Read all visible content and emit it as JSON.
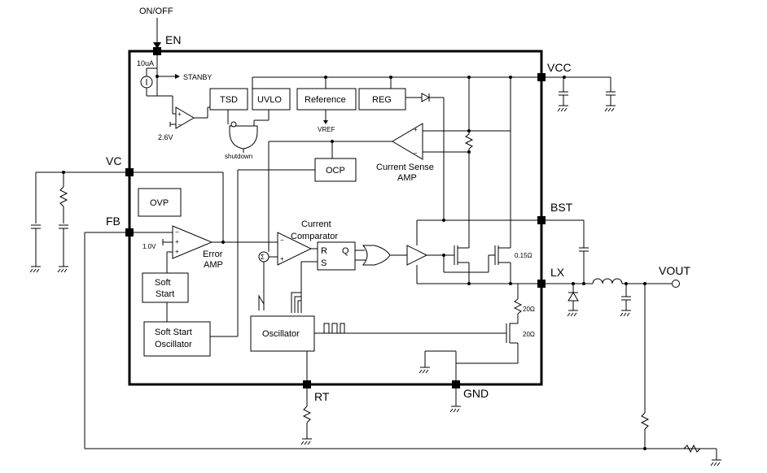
{
  "pins": {
    "en": "EN",
    "vcc": "VCC",
    "vc": "VC",
    "fb": "FB",
    "bst": "BST",
    "lx": "LX",
    "rt": "RT",
    "gnd": "GND",
    "vout": "VOUT"
  },
  "signals": {
    "on_off": "ON/OFF",
    "standby": "STANBY",
    "vref": "VREF",
    "shutdown": "shutdown",
    "osc_pulse": "ΠΠ"
  },
  "blocks": {
    "tsd": "TSD",
    "uvlo": "UVLO",
    "reference": "Reference",
    "reg": "REG",
    "ocp": "OCP",
    "ovp": "OVP",
    "soft_start_1": "Soft",
    "soft_start_2": "Start",
    "ss_osc_1": "Soft Start",
    "ss_osc_2": "Oscillator",
    "oscillator": "Oscillator",
    "current_sense_1": "Current Sense",
    "current_sense_2": "AMP",
    "error_amp_1": "Error",
    "error_amp_2": "AMP",
    "current_comp_1": "Current",
    "current_comp_2": "Comparator",
    "latch_r": "R",
    "latch_s": "S",
    "latch_q": "Q"
  },
  "values": {
    "current_source": "10uA",
    "v_2v6": "2.6V",
    "v_1v0": "1.0V",
    "r_015": "0.15Ω",
    "r_20a": "20Ω",
    "r_20b": "20Ω",
    "plus": "+",
    "minus": "−",
    "sigma": "Σ"
  }
}
